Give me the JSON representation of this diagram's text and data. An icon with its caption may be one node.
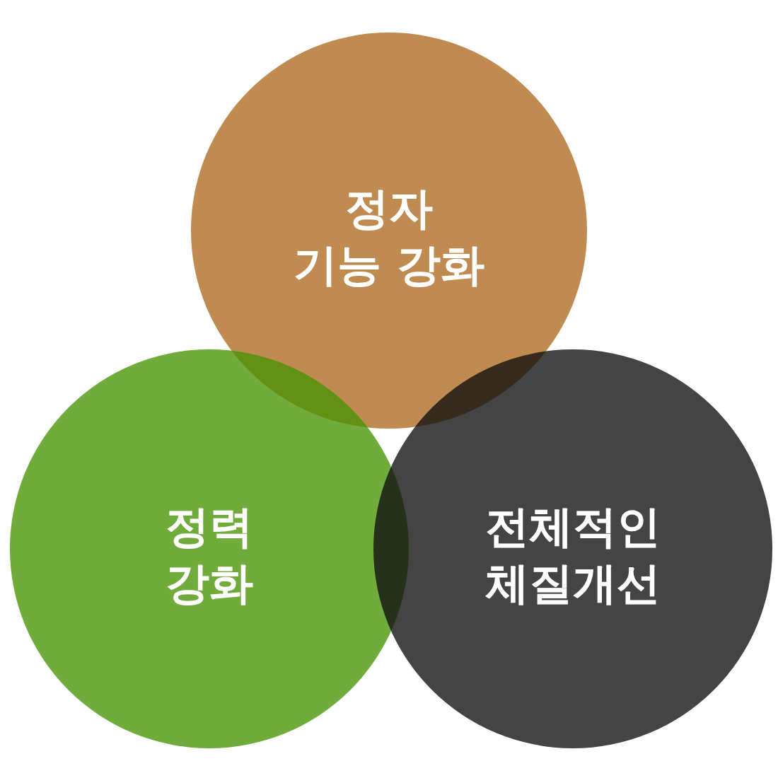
{
  "diagram": {
    "nodes": [
      {
        "text": [
          "정자 기능 강화"
        ]
      },
      {
        "text": [
          "정력 강화"
        ]
      },
      {
        "text": [
          "전체적인 체질개선"
        ]
      }
    ]
  }
}
